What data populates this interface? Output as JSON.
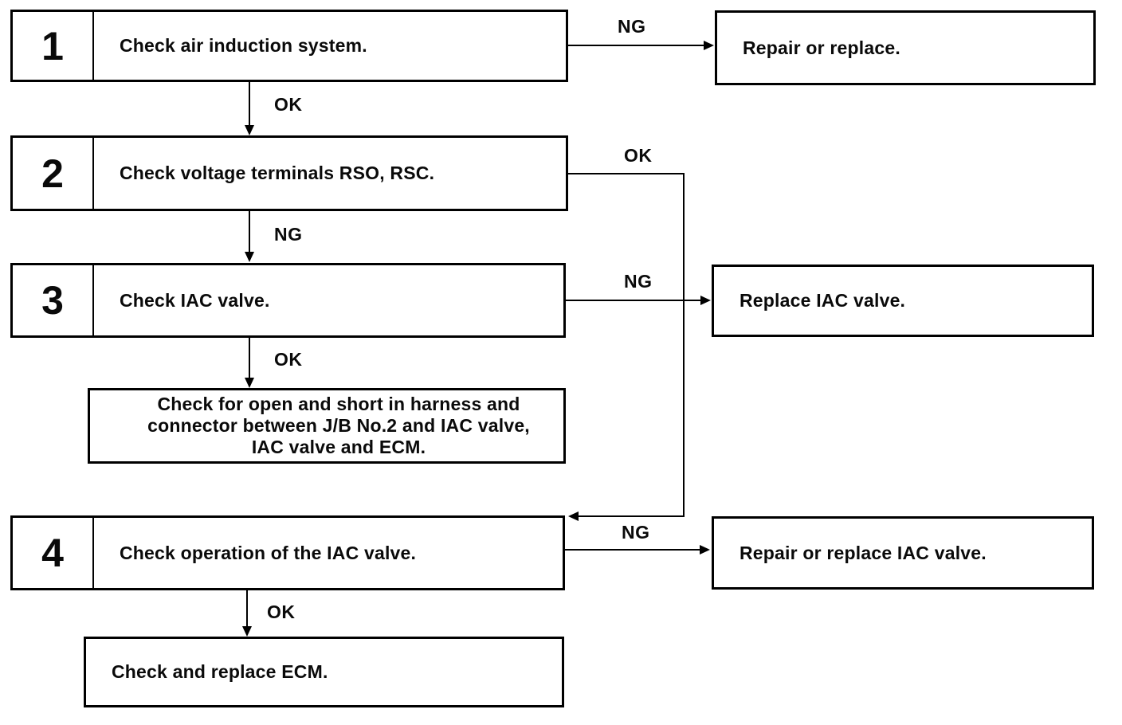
{
  "page": {
    "background": "#ffffff",
    "line_color": "#000000"
  },
  "nodes": {
    "step1": {
      "number": "1",
      "text": "Check air induction system."
    },
    "repair1": {
      "text": "Repair or replace."
    },
    "step2": {
      "number": "2",
      "text": "Check voltage terminals RSO, RSC."
    },
    "step3": {
      "number": "3",
      "text": "Check IAC valve."
    },
    "replace3": {
      "text": "Replace IAC valve."
    },
    "harness": {
      "lines": [
        "Check for open and short in harness and",
        "connector between J/B No.2 and IAC valve,",
        "IAC valve and ECM."
      ]
    },
    "step4": {
      "number": "4",
      "text": "Check operation of the IAC valve."
    },
    "repair4": {
      "text": "Repair or replace IAC valve."
    },
    "ecm": {
      "text": "Check and replace ECM."
    }
  },
  "edges": {
    "step1_repair1": "NG",
    "step1_step2": "OK",
    "step2_step4": "OK",
    "step2_step3": "NG",
    "step3_replace3": "NG",
    "step3_harness": "OK",
    "step4_repair4": "NG",
    "step4_ecm": "OK"
  }
}
